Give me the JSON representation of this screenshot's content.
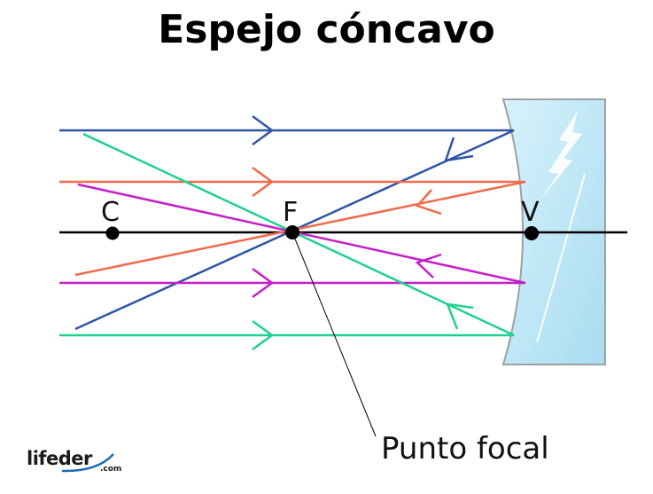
{
  "title": "Espejo cóncavo",
  "points": {
    "C": "C",
    "F": "F",
    "V": "V"
  },
  "callout": "Punto focal",
  "logo": {
    "main": "lifeder",
    "sub": ".com"
  },
  "colors": {
    "blue": "#2f55a4",
    "orange": "#f26a4b",
    "magenta": "#c51fc8",
    "green": "#1fd18f",
    "axis": "#000000",
    "mirror": "#c6ebf7"
  },
  "icons": [
    "arrow-icon",
    "glare-icon",
    "swoosh-icon"
  ]
}
